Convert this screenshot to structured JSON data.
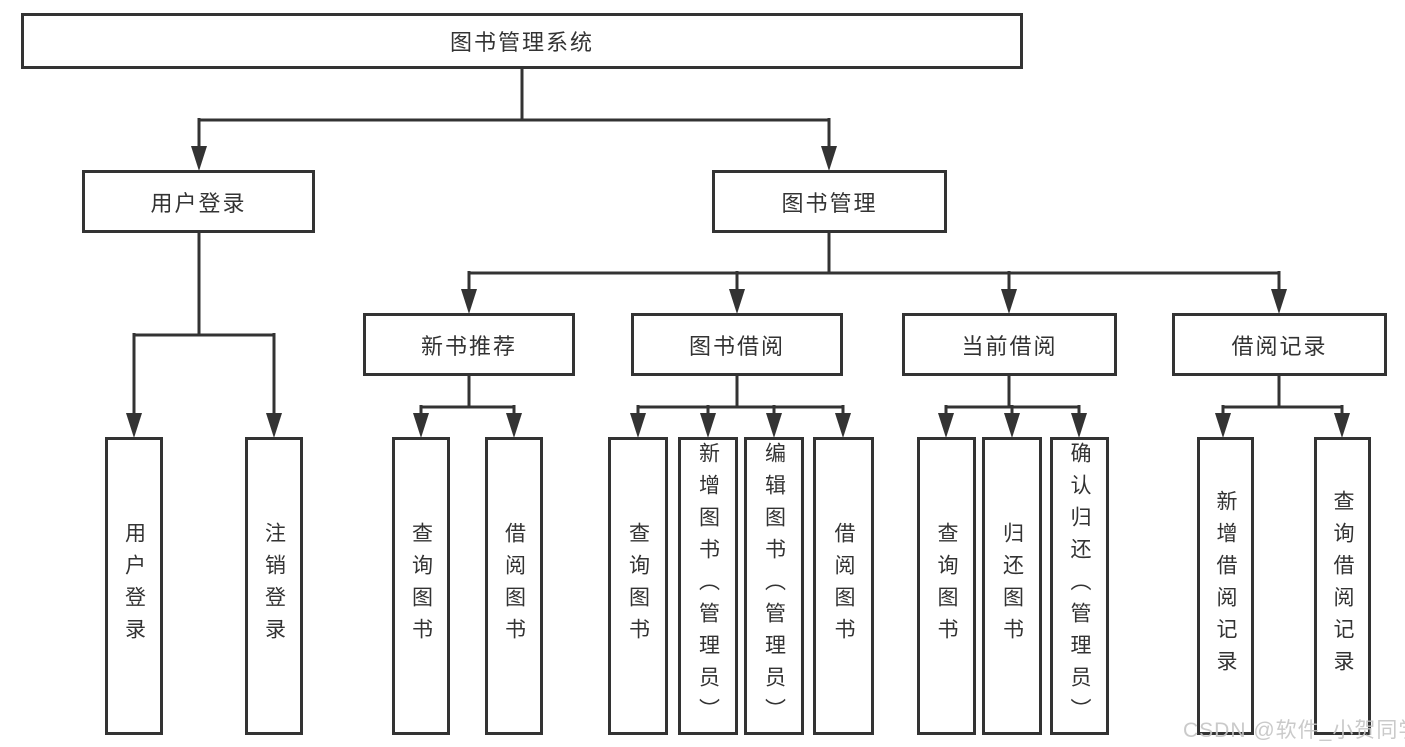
{
  "diagram": {
    "root": {
      "label": "图书管理系统"
    },
    "level2": [
      {
        "label": "用户登录",
        "children": [
          "用户登录",
          "注销登录"
        ]
      },
      {
        "label": "图书管理"
      }
    ],
    "level3": [
      {
        "label": "新书推荐",
        "children": [
          "查询图书",
          "借阅图书"
        ]
      },
      {
        "label": "图书借阅",
        "children": [
          "查询图书",
          "新增图书（管理员）",
          "编辑图书（管理员）",
          "借阅图书"
        ]
      },
      {
        "label": "当前借阅",
        "children": [
          "查询图书",
          "归还图书",
          "确认归还（管理员）"
        ]
      },
      {
        "label": "借阅记录",
        "children": [
          "新增借阅记录",
          "查询借阅记录"
        ]
      }
    ],
    "watermark": "CSDN @软件_小贺同学",
    "colors": {
      "line": "#333333",
      "text": "#333333",
      "box_fill": "#ffffff",
      "watermark": "#c5c5c5"
    }
  }
}
